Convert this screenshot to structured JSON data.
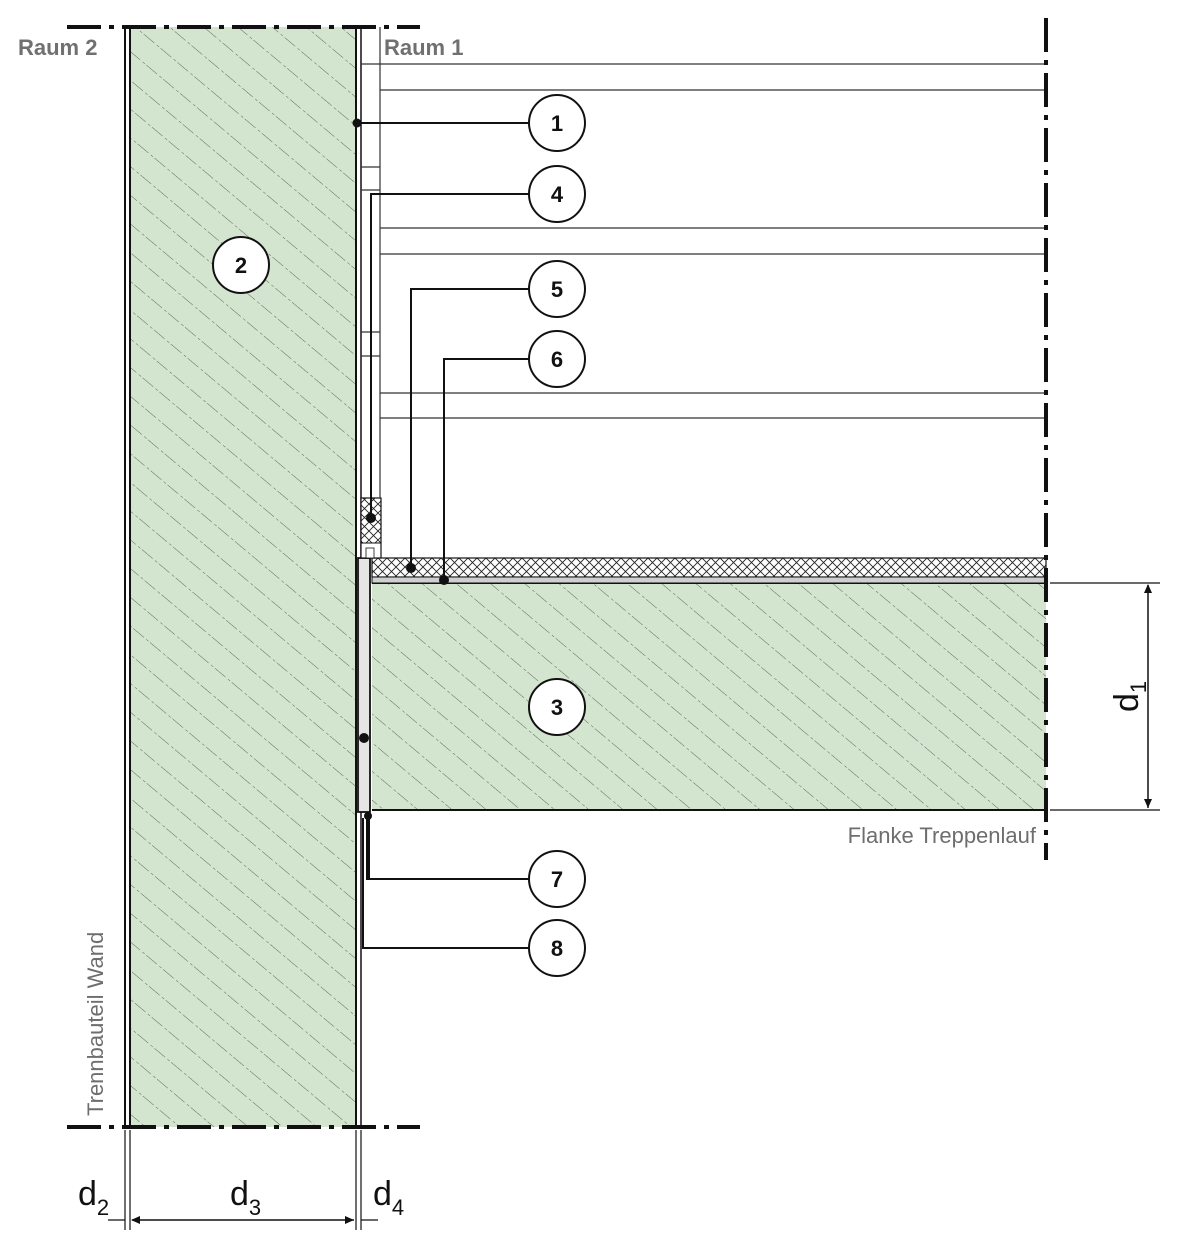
{
  "labels": {
    "raum2": "Raum 2",
    "raum1": "Raum 1",
    "flanke": "Flanke Treppenlauf",
    "trennbauteil": "Trennbauteil Wand"
  },
  "callouts": [
    "1",
    "2",
    "3",
    "4",
    "5",
    "6",
    "7",
    "8"
  ],
  "dimensions": {
    "d1": {
      "base": "d",
      "sub": "1"
    },
    "d2": {
      "base": "d",
      "sub": "2"
    },
    "d3": {
      "base": "d",
      "sub": "3"
    },
    "d4": {
      "base": "d",
      "sub": "4"
    }
  },
  "colors": {
    "concrete_fill": "#d4e5cf",
    "hatch": "#3b4a3b",
    "line": "#111111",
    "label_gray": "#6e6e6e"
  }
}
